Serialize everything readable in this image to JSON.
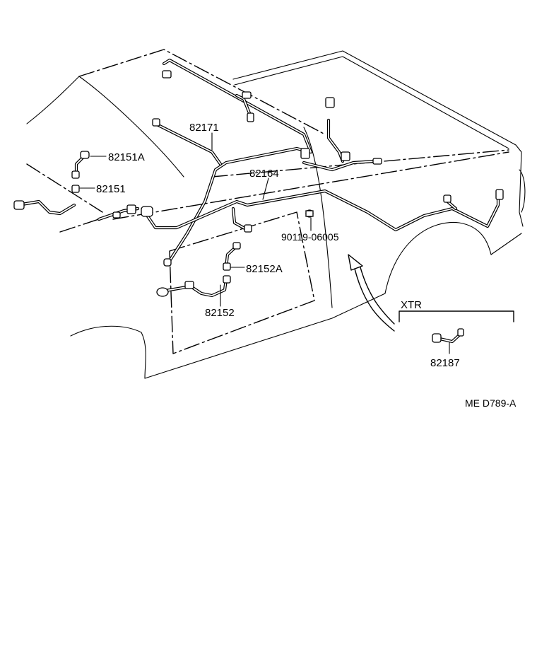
{
  "parts": {
    "p82171": "82171",
    "p82151A": "82151A",
    "p82151": "82151",
    "p82164": "82164",
    "p90119": "90119-06005",
    "p82152A": "82152A",
    "p82152": "82152",
    "p82187": "82187"
  },
  "variant_label": "XTR",
  "diagram_code": "ME D789-A"
}
